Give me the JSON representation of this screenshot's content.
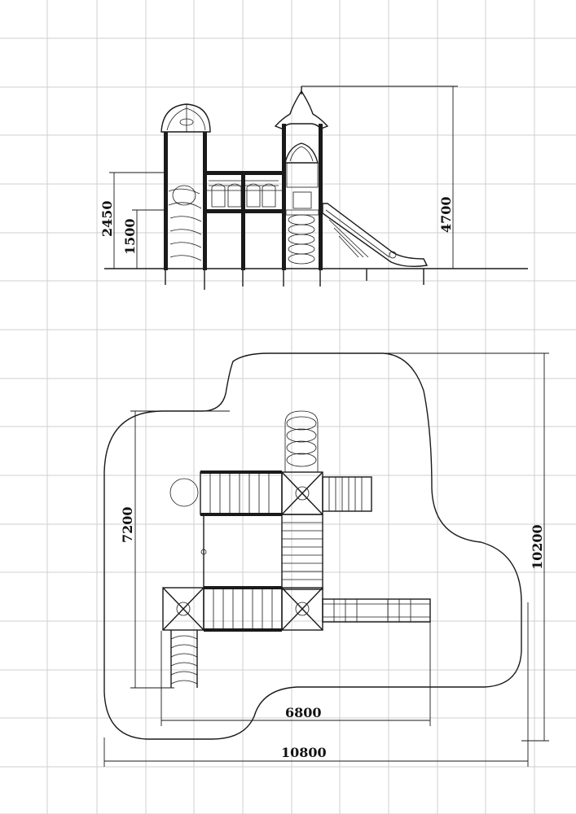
{
  "elevation": {
    "dim_2450": "2450",
    "dim_1500": "1500",
    "dim_4700": "4700"
  },
  "plan": {
    "dim_7200": "7200",
    "dim_6800": "6800",
    "dim_10200": "10200",
    "dim_10800": "10800"
  }
}
